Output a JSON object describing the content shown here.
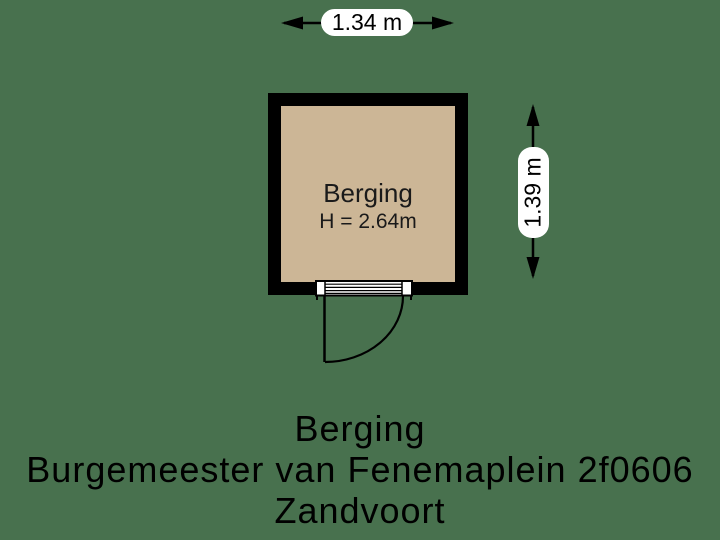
{
  "dimensions": {
    "width_label": "1.34 m",
    "height_label": "1.39 m"
  },
  "room": {
    "name": "Berging",
    "ceiling_height": "H = 2.64m"
  },
  "footer": {
    "room_type": "Berging",
    "address": "Burgemeester van Fenemaplein 2f0606",
    "city": "Zandvoort"
  },
  "colors": {
    "background": "#48714E",
    "floor_fill": "#CCB696",
    "wall": "#000000",
    "dimension_pill_bg": "#FFFFFF",
    "text": "#000000"
  }
}
